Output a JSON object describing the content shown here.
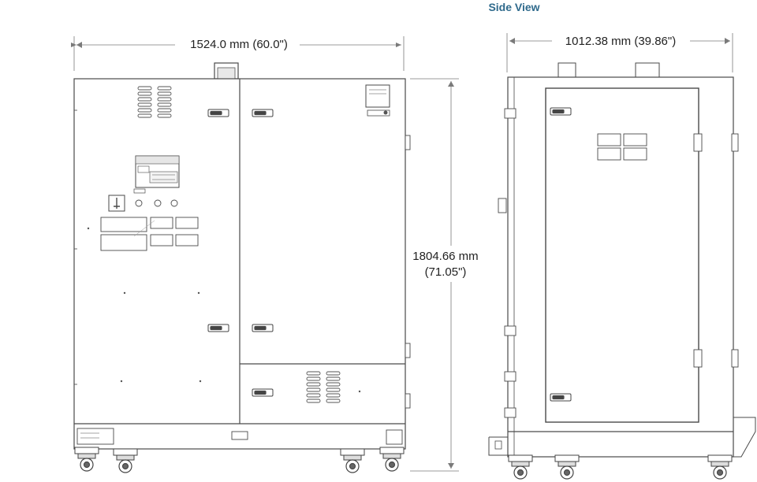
{
  "side_view": {
    "title": "Side View"
  },
  "dimensions": {
    "front_width": "1524.0 mm (60.0\")",
    "height_mm": "1804.66 mm",
    "height_in": "(71.05\")",
    "side_depth": "1012.38 mm (39.86\")"
  },
  "colors": {
    "outline": "#4a4a4a",
    "dimension_line": "#7a7a7a",
    "view_title": "#2f6a8c"
  }
}
